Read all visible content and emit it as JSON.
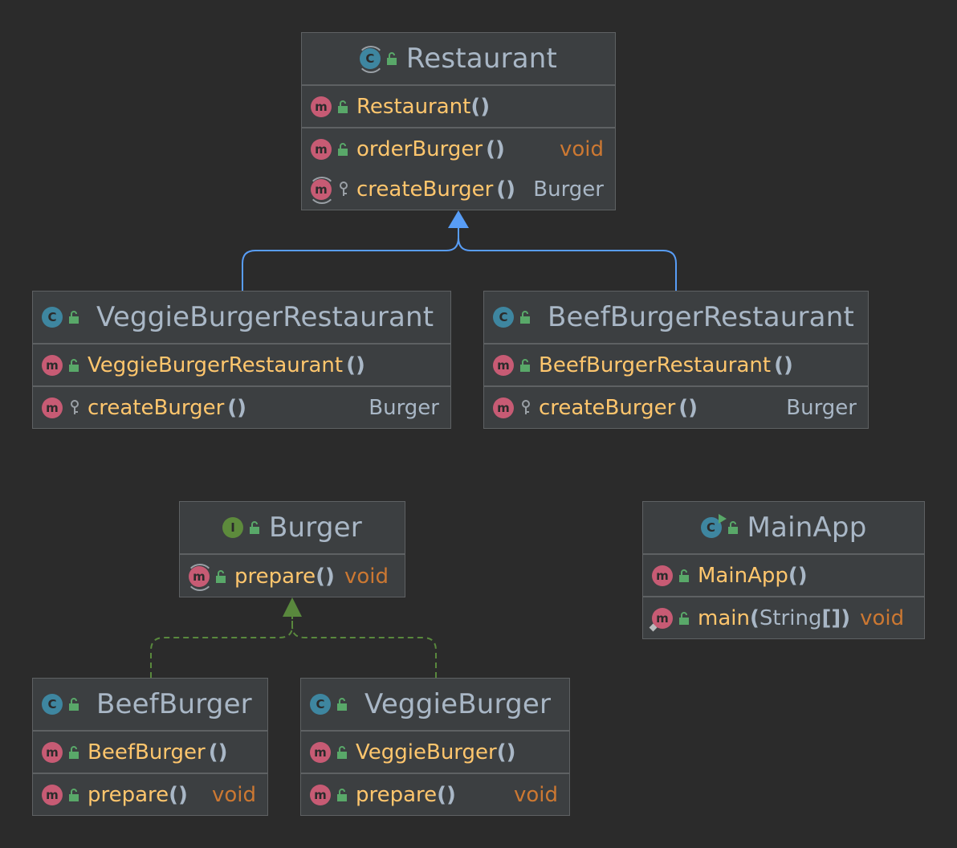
{
  "classes": {
    "restaurant": {
      "name": "Restaurant",
      "constructor": {
        "name": "Restaurant",
        "params": "()"
      },
      "methods": [
        {
          "name": "orderBurger",
          "params": "()",
          "returns": "void"
        },
        {
          "name": "createBurger",
          "params": "()",
          "returns": "Burger"
        }
      ]
    },
    "veggie_restaurant": {
      "name": "VeggieBurgerRestaurant",
      "constructor": {
        "name": "VeggieBurgerRestaurant",
        "params": "()"
      },
      "methods": [
        {
          "name": "createBurger",
          "params": "()",
          "returns": "Burger"
        }
      ]
    },
    "beef_restaurant": {
      "name": "BeefBurgerRestaurant",
      "constructor": {
        "name": "BeefBurgerRestaurant",
        "params": "()"
      },
      "methods": [
        {
          "name": "createBurger",
          "params": "()",
          "returns": "Burger"
        }
      ]
    },
    "burger": {
      "name": "Burger",
      "methods": [
        {
          "name": "prepare",
          "params": "()",
          "returns": "void"
        }
      ]
    },
    "main_app": {
      "name": "MainApp",
      "constructor": {
        "name": "MainApp",
        "params": "()"
      },
      "methods": [
        {
          "name": "main",
          "params_open": "(",
          "params_type": "String",
          "params_close": "[])",
          "returns": "void"
        }
      ]
    },
    "beef_burger": {
      "name": "BeefBurger",
      "constructor": {
        "name": "BeefBurger",
        "params": "()"
      },
      "methods": [
        {
          "name": "prepare",
          "params": "()",
          "returns": "void"
        }
      ]
    },
    "veggie_burger": {
      "name": "VeggieBurger",
      "constructor": {
        "name": "VeggieBurger",
        "params": "()"
      },
      "methods": [
        {
          "name": "prepare",
          "params": "()",
          "returns": "void"
        }
      ]
    }
  },
  "icons": {
    "class_badge": "C",
    "interface_badge": "I",
    "method_badge": "m"
  },
  "colors": {
    "background": "#2b2b2b",
    "node_fill": "#3c3f41",
    "class_name": "#a9b7c6",
    "method_name": "#ffc66d",
    "keyword_void": "#cc7832",
    "extends_edge": "#589df6",
    "implements_edge": "#59883d"
  }
}
